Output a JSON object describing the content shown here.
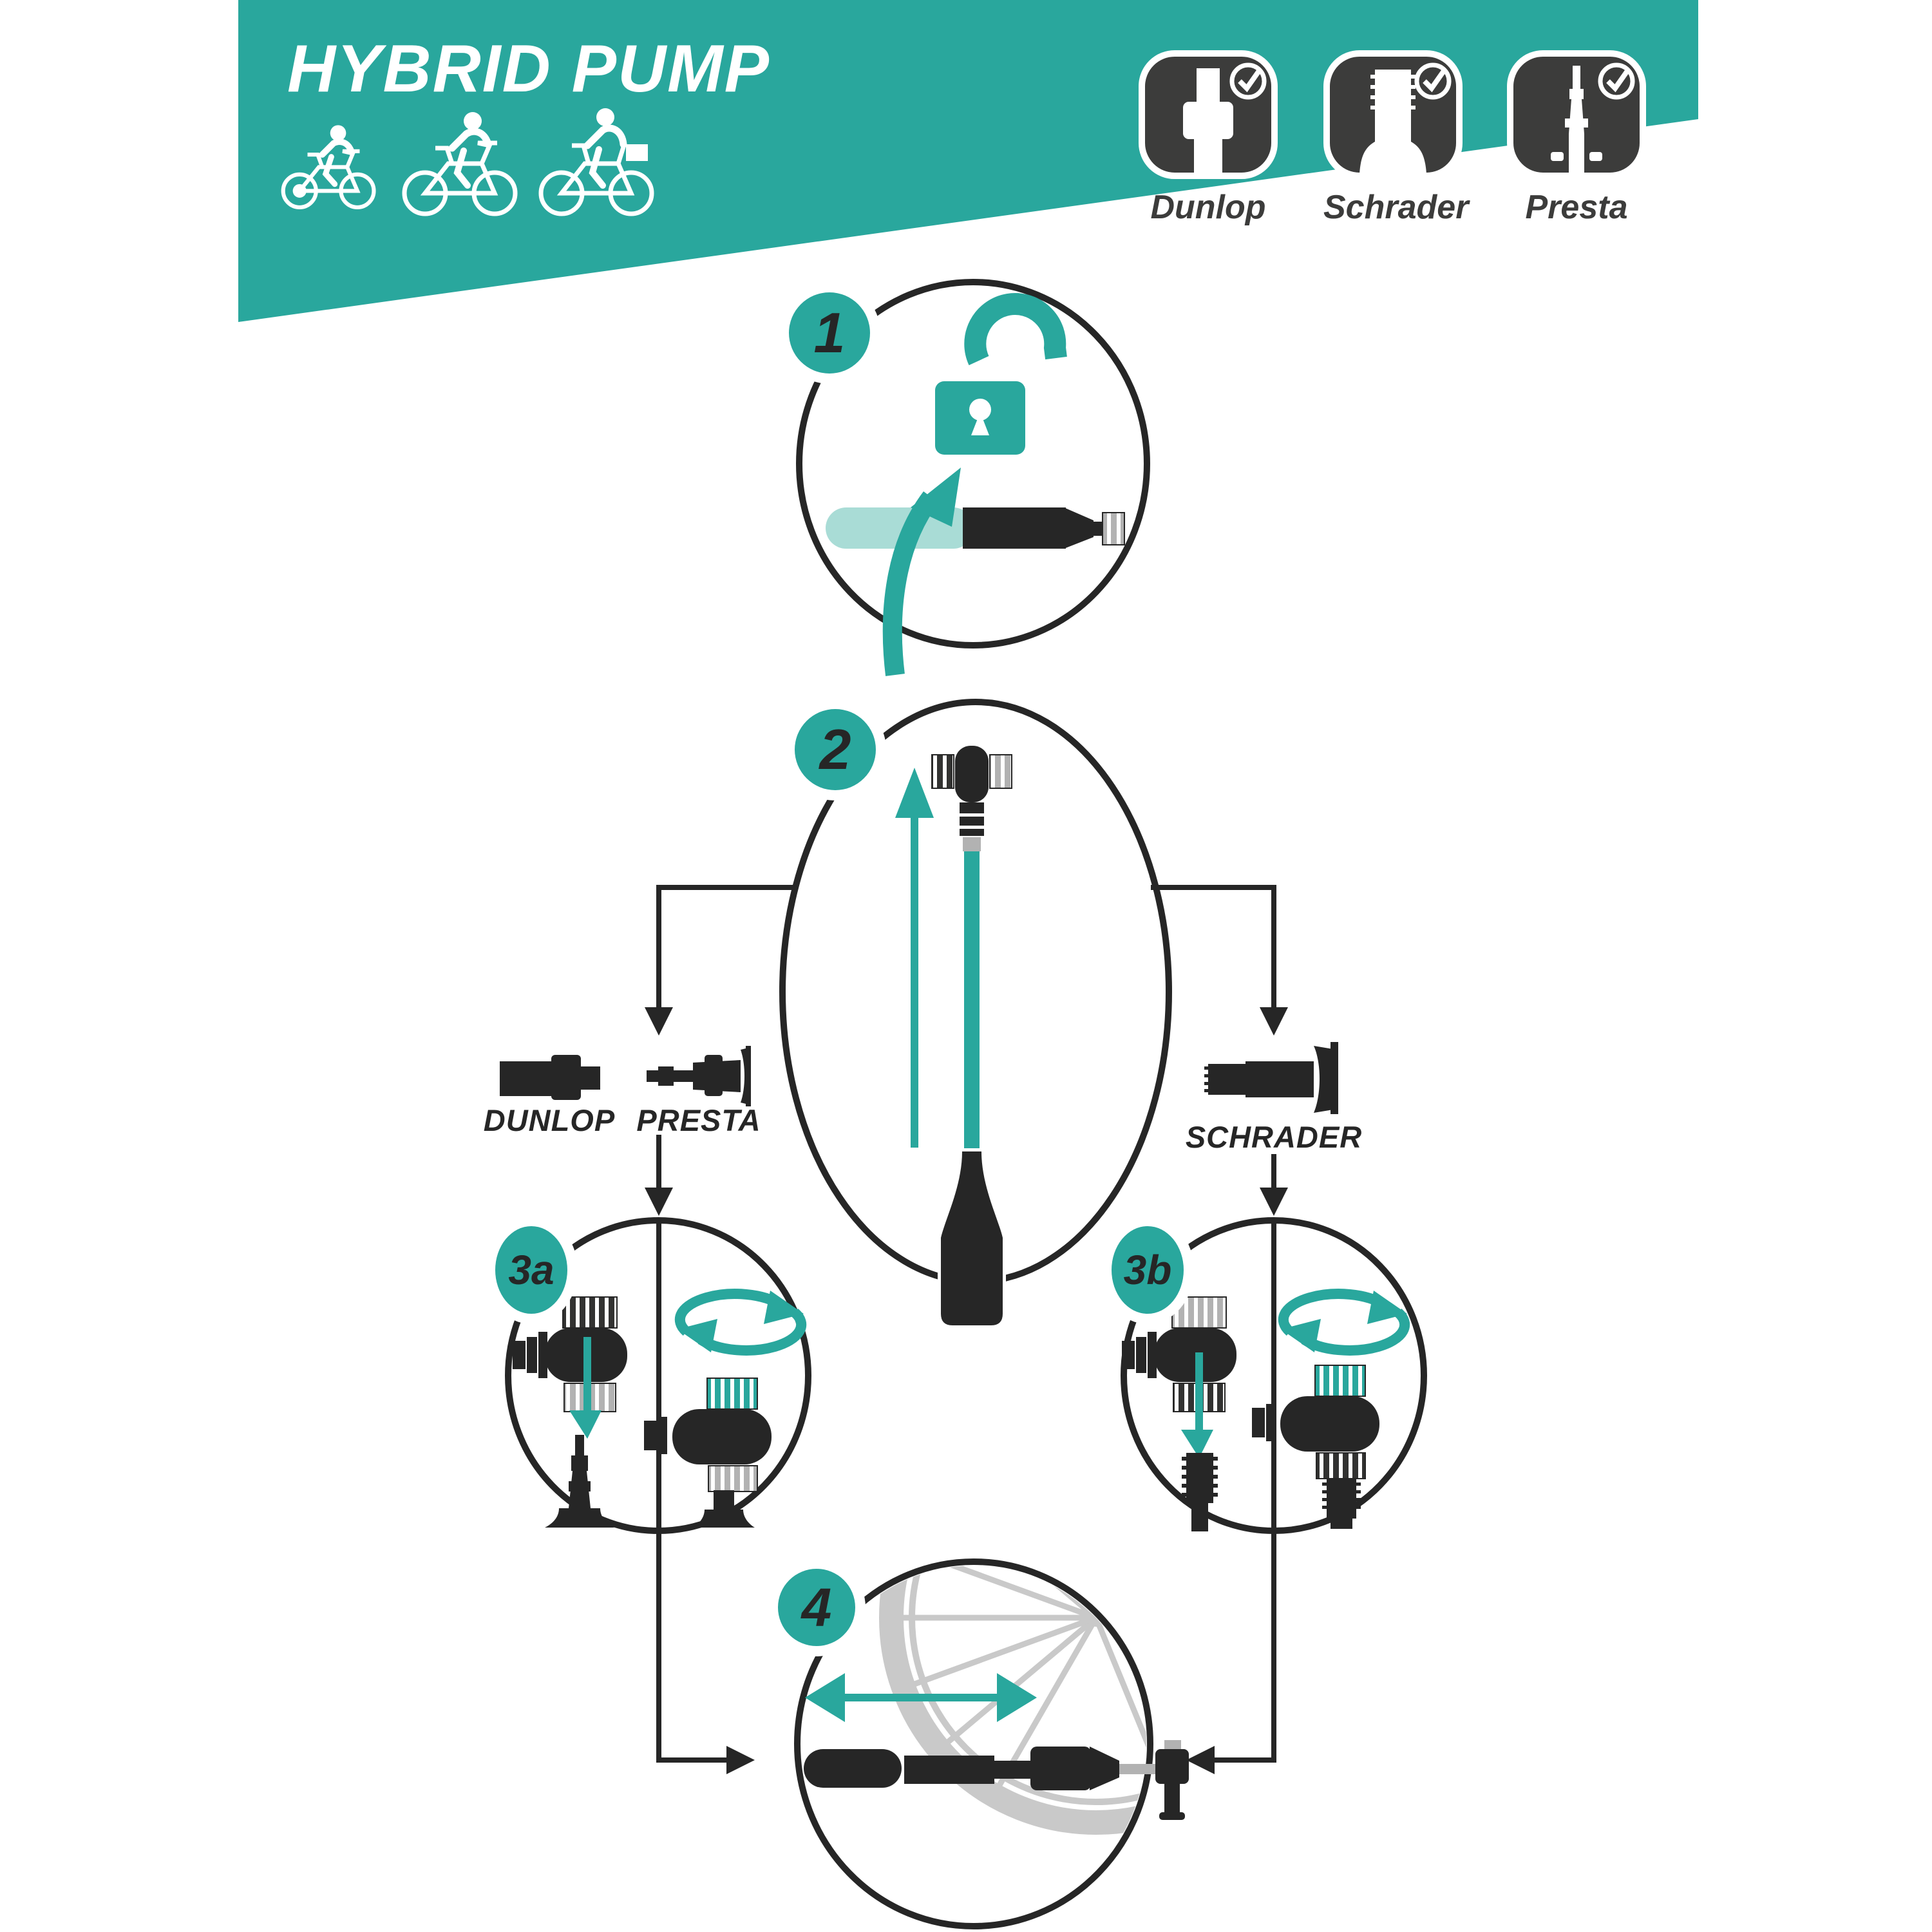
{
  "colors": {
    "accent_teal": "#29a79d",
    "accent_teal_light": "#a9dcd6",
    "ink_dark": "#262626",
    "card_gray": "#3c3c3b",
    "mid_gray": "#b2b2b2",
    "wheel_gray": "#c9c9c9",
    "background": "#ffffff"
  },
  "header": {
    "title": "HYBRID PUMP",
    "bike_icons": [
      "kids-bike-icon",
      "mountain-bike-icon",
      "city-bike-icon"
    ],
    "valve_cards": [
      {
        "label": "Dunlop",
        "icon": "dunlop-valve-icon",
        "checked": true
      },
      {
        "label": "Schrader",
        "icon": "schrader-valve-icon",
        "checked": true
      },
      {
        "label": "Presta",
        "icon": "presta-valve-icon",
        "checked": true
      }
    ]
  },
  "steps": {
    "step1": {
      "badge": "1",
      "description_icons": [
        "unlock-icon",
        "turn-arrow-icon",
        "pump-closed-icon"
      ]
    },
    "step2": {
      "badge": "2",
      "description_icons": [
        "up-arrow-icon",
        "pump-extended-icon"
      ]
    },
    "step3a": {
      "badge": "3a",
      "description_icons": [
        "press-arrow-icon",
        "rotation-arrows-icon",
        "pump-head-icon",
        "presta-valve-icon"
      ]
    },
    "step3b": {
      "badge": "3b",
      "description_icons": [
        "press-arrow-icon",
        "rotation-arrows-icon",
        "pump-head-icon",
        "schrader-valve-icon"
      ]
    },
    "step4": {
      "badge": "4",
      "description_icons": [
        "pump-stroke-arrow-icon",
        "wheel-icon",
        "pump-on-valve-icon"
      ]
    }
  },
  "branch_labels": {
    "dunlop": "DUNLOP",
    "presta": "PRESTA",
    "schrader": "SCHRADER"
  }
}
